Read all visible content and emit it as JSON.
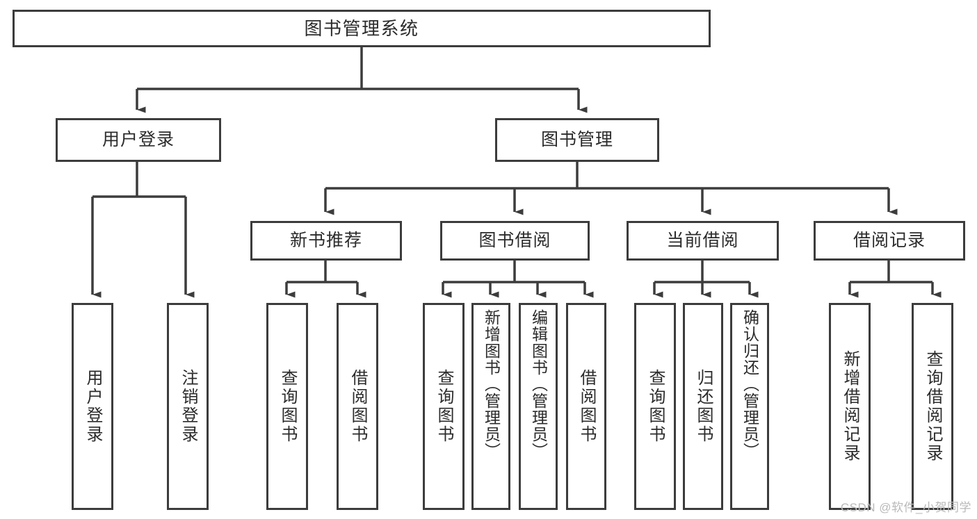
{
  "diagram": {
    "title_text": "图书管理系统",
    "type": "hierarchy-tree",
    "line_color": "#3c3c3c",
    "text_color": "#2b2b2b",
    "background": "#ffffff"
  },
  "root": {
    "label": "图书管理系统"
  },
  "level1": [
    {
      "label": "用户登录"
    },
    {
      "label": "图书管理"
    }
  ],
  "level2": [
    {
      "label": "新书推荐"
    },
    {
      "label": "图书借阅"
    },
    {
      "label": "当前借阅"
    },
    {
      "label": "借阅记录"
    }
  ],
  "leaves": {
    "user_login": [
      {
        "label": "用户登录"
      },
      {
        "label": "注销登录"
      }
    ],
    "new_book_recommend": [
      {
        "label": "查询图书"
      },
      {
        "label": "借阅图书"
      }
    ],
    "book_borrow": [
      {
        "label": "查询图书"
      },
      {
        "label": "新增图书（管理员）"
      },
      {
        "label": "编辑图书（管理员）"
      },
      {
        "label": "借阅图书"
      }
    ],
    "current_borrow": [
      {
        "label": "查询图书"
      },
      {
        "label": "归还图书"
      },
      {
        "label": "确认归还（管理员）"
      }
    ],
    "borrow_record": [
      {
        "label": "新增借阅记录"
      },
      {
        "label": "查询借阅记录"
      }
    ]
  },
  "watermark": {
    "text": "CSDN @软件_小贺同学"
  }
}
